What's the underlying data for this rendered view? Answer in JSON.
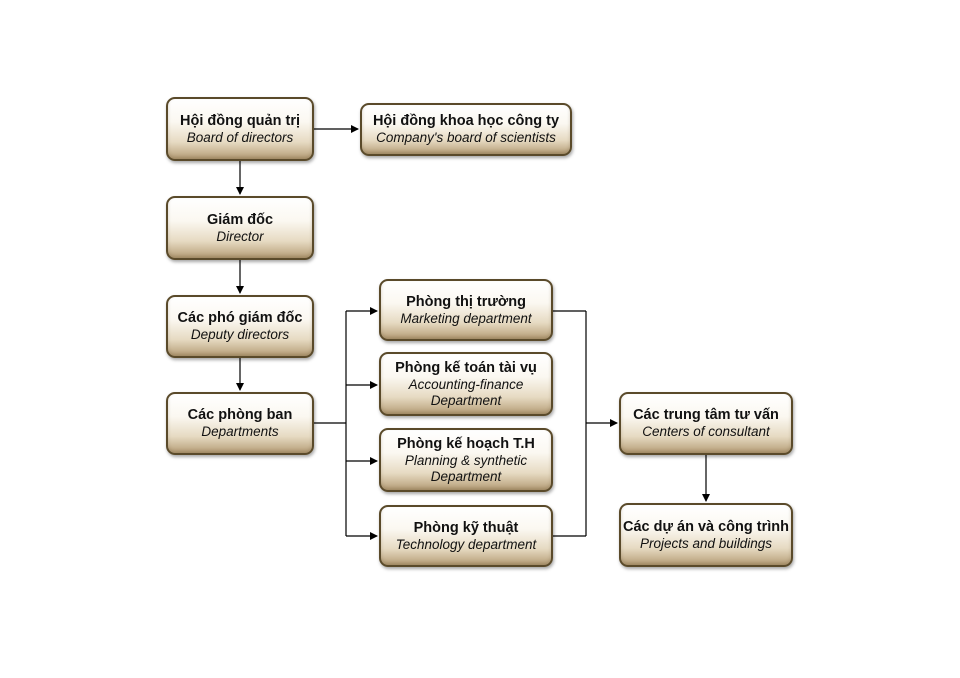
{
  "nodes": {
    "board": {
      "vi": "Hội đồng quản trị",
      "en": "Board of directors"
    },
    "scientists": {
      "vi": "Hội đồng khoa học công ty",
      "en": "Company's board of scientists"
    },
    "director": {
      "vi": "Giám đốc",
      "en": "Director"
    },
    "deputy": {
      "vi": "Các phó giám đốc",
      "en": "Deputy directors"
    },
    "departments": {
      "vi": "Các phòng ban",
      "en": "Departments"
    },
    "marketing": {
      "vi": "Phòng thị trường",
      "en": "Marketing department"
    },
    "accounting": {
      "vi": "Phòng kế toán tài vụ",
      "en1": "Accounting-finance",
      "en2": "Department"
    },
    "planning": {
      "vi": "Phòng kế hoạch T.H",
      "en1": "Planning & synthetic",
      "en2": "Department"
    },
    "technology": {
      "vi": "Phòng kỹ thuật",
      "en": "Technology department"
    },
    "centers": {
      "vi": "Các trung tâm tư vấn",
      "en": "Centers of consultant"
    },
    "projects": {
      "vi": "Các dự án và công trình",
      "en": "Projects and buildings"
    }
  },
  "colors": {
    "border": "#5a4a2a",
    "line": "#000000",
    "gradient_bottom": "#b59d76"
  }
}
